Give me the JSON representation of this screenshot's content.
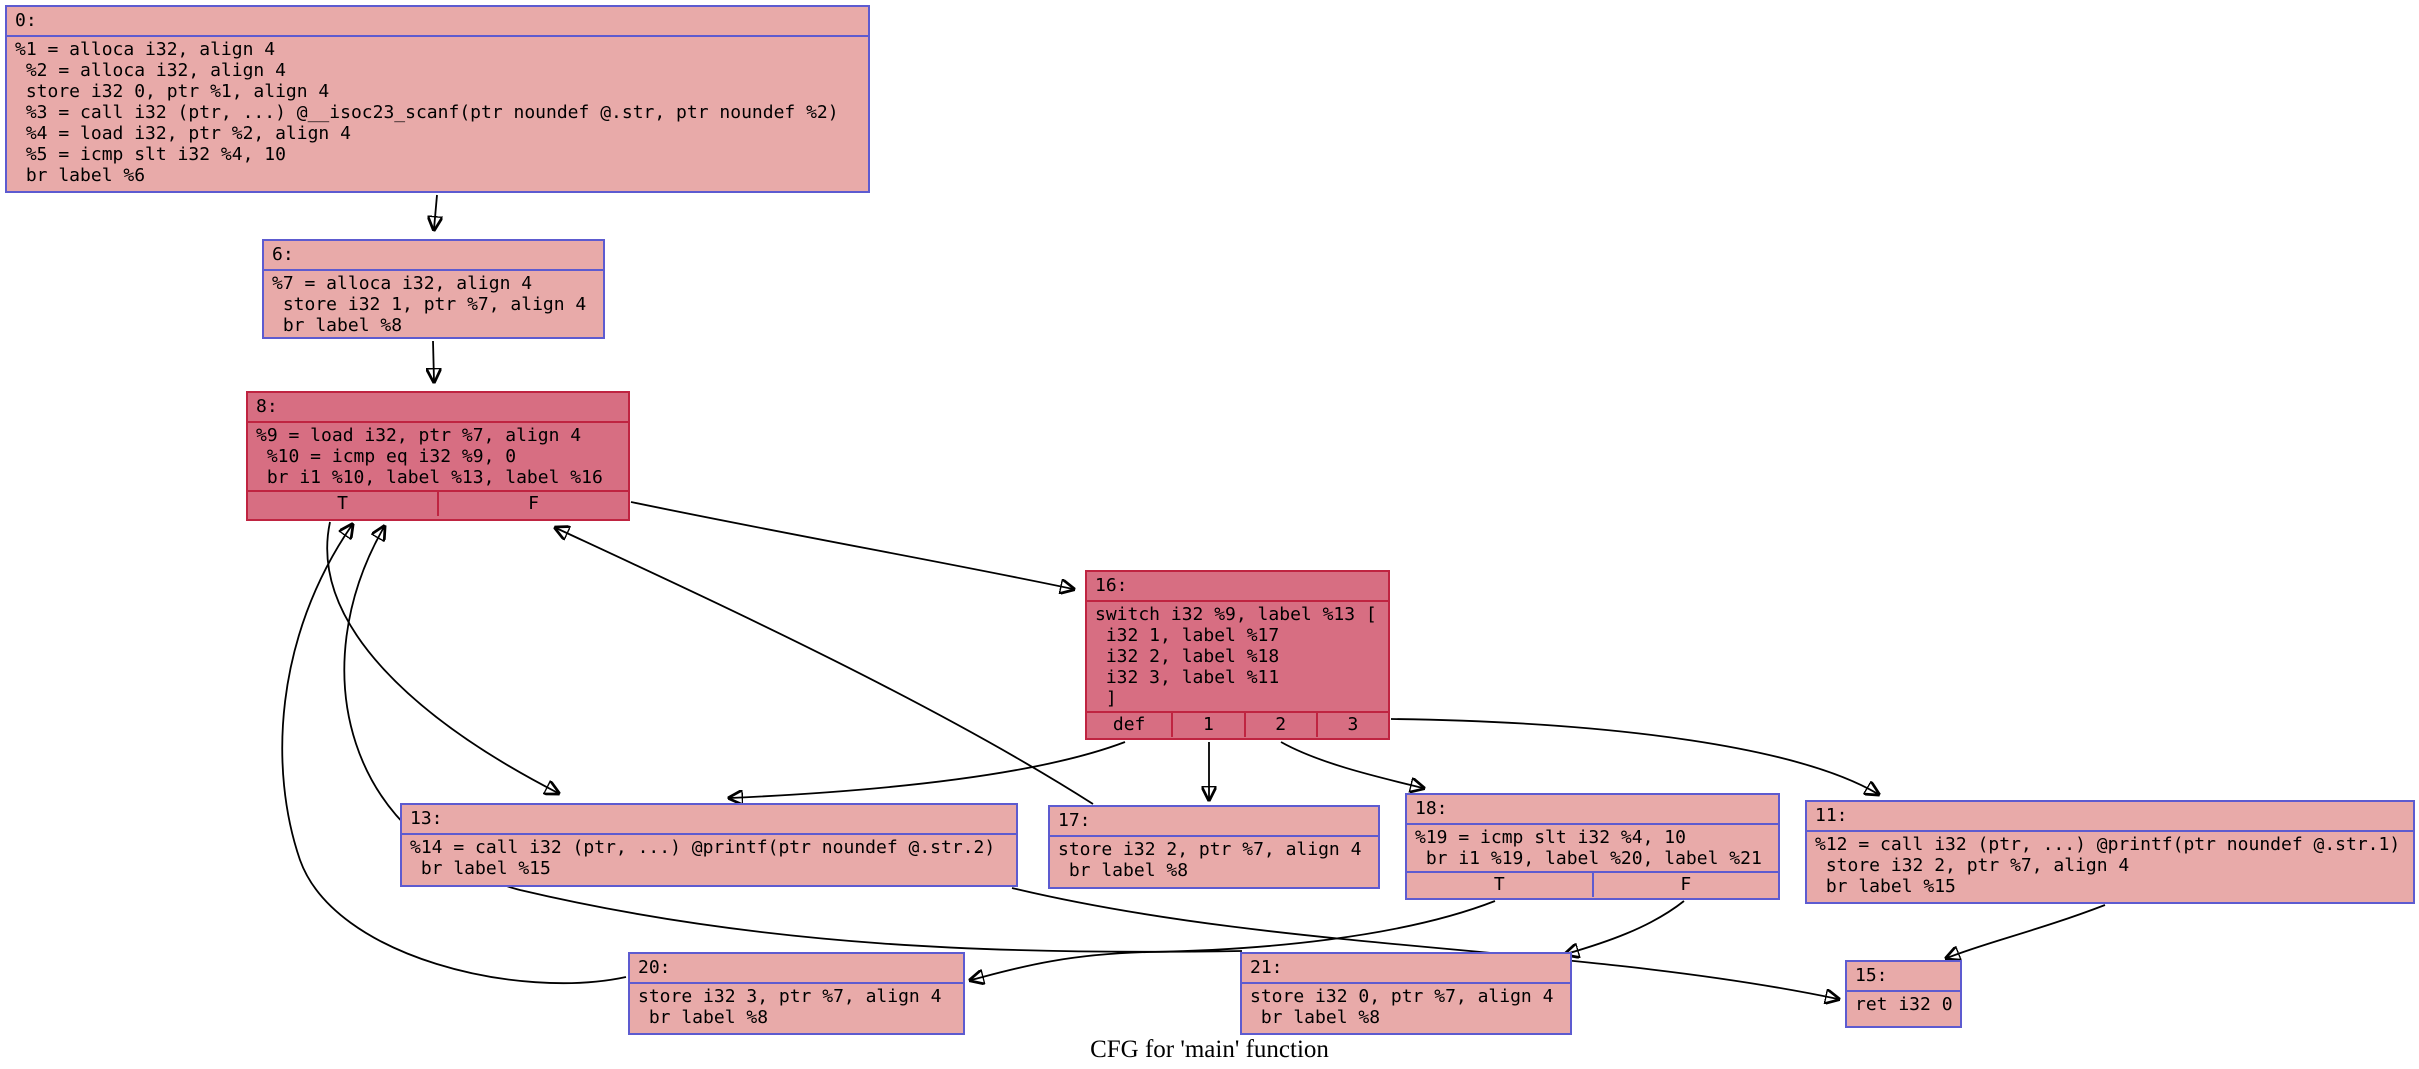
{
  "caption": "CFG for 'main' function",
  "colors": {
    "background": "#ffffff",
    "node_fill": "#e8aaa9",
    "node_border": "#5d5bd0",
    "hot_node_fill": "#d76e82",
    "hot_node_border": "#bf2441",
    "edge": "#000000"
  },
  "nodes": {
    "b0": {
      "label": "0:",
      "code": "%1 = alloca i32, align 4\n %2 = alloca i32, align 4\n store i32 0, ptr %1, align 4\n %3 = call i32 (ptr, ...) @__isoc23_scanf(ptr noundef @.str, ptr noundef %2)\n %4 = load i32, ptr %2, align 4\n %5 = icmp slt i32 %4, 10\n br label %6"
    },
    "b6": {
      "label": "6:",
      "code": "%7 = alloca i32, align 4\n store i32 1, ptr %7, align 4\n br label %8"
    },
    "b8": {
      "label": "8:",
      "code": "%9 = load i32, ptr %7, align 4\n %10 = icmp eq i32 %9, 0\n br i1 %10, label %13, label %16",
      "cells": [
        "T",
        "F"
      ]
    },
    "b16": {
      "label": "16:",
      "code": "switch i32 %9, label %13 [\n i32 1, label %17\n i32 2, label %18\n i32 3, label %11\n ]",
      "cells": [
        "def",
        "1",
        "2",
        "3"
      ]
    },
    "b13": {
      "label": "13:",
      "code": "%14 = call i32 (ptr, ...) @printf(ptr noundef @.str.2)\n br label %15"
    },
    "b17": {
      "label": "17:",
      "code": "store i32 2, ptr %7, align 4\n br label %8"
    },
    "b18": {
      "label": "18:",
      "code": "%19 = icmp slt i32 %4, 10\n br i1 %19, label %20, label %21",
      "cells": [
        "T",
        "F"
      ]
    },
    "b11": {
      "label": "11:",
      "code": "%12 = call i32 (ptr, ...) @printf(ptr noundef @.str.1)\n store i32 2, ptr %7, align 4\n br label %15"
    },
    "b20": {
      "label": "20:",
      "code": "store i32 3, ptr %7, align 4\n br label %8"
    },
    "b21": {
      "label": "21:",
      "code": "store i32 0, ptr %7, align 4\n br label %8"
    },
    "b15": {
      "label": "15:",
      "code": "ret i32 0"
    }
  },
  "edges": [
    {
      "from": "0",
      "to": "6"
    },
    {
      "from": "6",
      "to": "8"
    },
    {
      "from": "8:T",
      "to": "13"
    },
    {
      "from": "8:F",
      "to": "16"
    },
    {
      "from": "16:def",
      "to": "13"
    },
    {
      "from": "16:1",
      "to": "17"
    },
    {
      "from": "16:2",
      "to": "18"
    },
    {
      "from": "16:3",
      "to": "11"
    },
    {
      "from": "13",
      "to": "15"
    },
    {
      "from": "17",
      "to": "8"
    },
    {
      "from": "18:T",
      "to": "20"
    },
    {
      "from": "18:F",
      "to": "21"
    },
    {
      "from": "11",
      "to": "15"
    },
    {
      "from": "20",
      "to": "8"
    },
    {
      "from": "21",
      "to": "8"
    }
  ]
}
